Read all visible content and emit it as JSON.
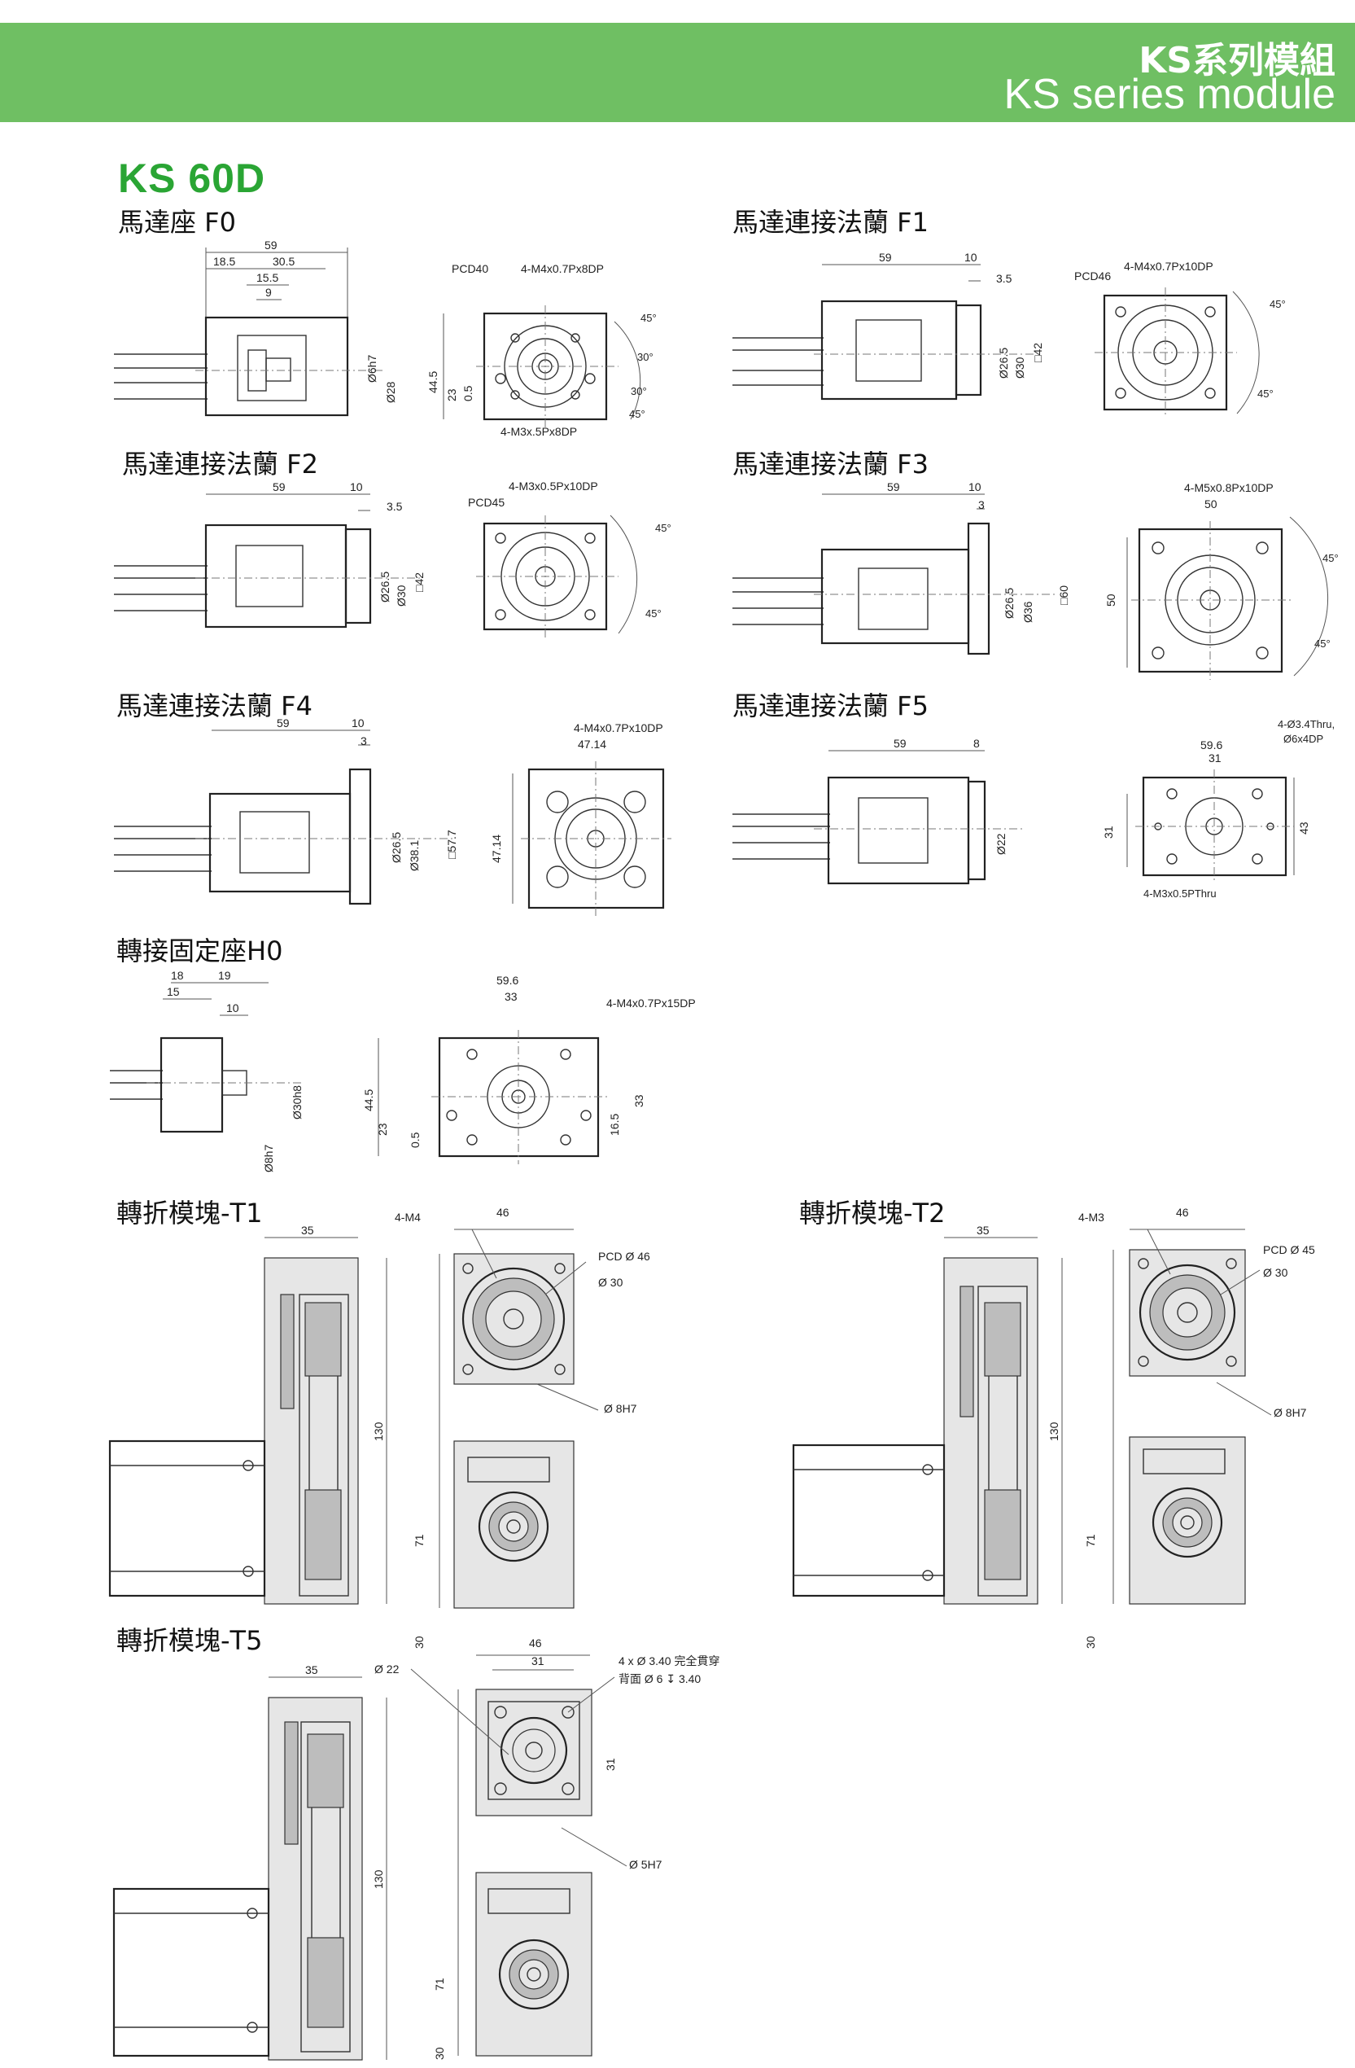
{
  "header": {
    "title_zh": "KS系列模組",
    "title_en": "KS series module"
  },
  "model": "KS 60D",
  "sections": {
    "F0": {
      "title": "馬達座 F0",
      "dims": [
        "59",
        "18.5",
        "30.5",
        "15.5",
        "9",
        "Ø6h7",
        "Ø28",
        "44.5",
        "23",
        "0.5",
        "PCD40",
        "4-M4x0.7Px8DP",
        "4-M3x.5Px8DP",
        "45°",
        "30°",
        "30°",
        "45°"
      ]
    },
    "F1": {
      "title": "馬達連接法蘭 F1",
      "dims": [
        "59",
        "10",
        "3.5",
        "Ø26.5",
        "Ø30",
        "□42",
        "PCD46",
        "4-M4x0.7Px10DP",
        "45°",
        "45°"
      ]
    },
    "F2": {
      "title": "馬達連接法蘭 F2",
      "dims": [
        "59",
        "10",
        "3.5",
        "Ø26.5",
        "Ø30",
        "□42",
        "4-M3x0.5Px10DP",
        "PCD45",
        "45°",
        "45°"
      ]
    },
    "F3": {
      "title": "馬達連接法蘭 F3",
      "dims": [
        "59",
        "10",
        "3",
        "Ø26.5",
        "Ø36",
        "□60",
        "4-M5x0.8Px10DP",
        "50",
        "50",
        "45°",
        "45°"
      ]
    },
    "F4": {
      "title": "馬達連接法蘭 F4",
      "dims": [
        "59",
        "10",
        "3",
        "Ø26.5",
        "Ø38.1",
        "□57.7",
        "4-M4x0.7Px10DP",
        "47.14",
        "47.14"
      ]
    },
    "F5": {
      "title": "馬達連接法蘭 F5",
      "dims": [
        "59",
        "8",
        "Ø22",
        "4-Ø3.4Thru,",
        "Ø6x4DP",
        "59.6",
        "31",
        "31",
        "43",
        "4-M3x0.5PThru"
      ]
    },
    "H0": {
      "title": "轉接固定座H0",
      "dims": [
        "18",
        "19",
        "15",
        "10",
        "Ø30h8",
        "Ø8h7",
        "59.6",
        "33",
        "4-M4x0.7Px15DP",
        "44.5",
        "23",
        "0.5",
        "16.5",
        "33"
      ]
    },
    "T1": {
      "title": "轉折模塊-T1",
      "dims": [
        "35",
        "4-M4",
        "46",
        "PCD Ø 46",
        "Ø 30",
        "Ø 8H7",
        "130",
        "71",
        "30"
      ]
    },
    "T2": {
      "title": "轉折模塊-T2",
      "dims": [
        "35",
        "4-M3",
        "46",
        "PCD Ø 45",
        "Ø 30",
        "Ø 8H7",
        "130",
        "71",
        "30"
      ]
    },
    "T5": {
      "title": "轉折模塊-T5",
      "dims": [
        "35",
        "Ø 22",
        "46",
        "31",
        "4 x Ø 3.40 完全貫穿",
        "背面 Ø 6 ↧ 3.40",
        "31",
        "Ø 5H7",
        "130",
        "71",
        "30"
      ]
    }
  },
  "colors": {
    "banner": "#6fbf63",
    "model": "#2aa534"
  }
}
